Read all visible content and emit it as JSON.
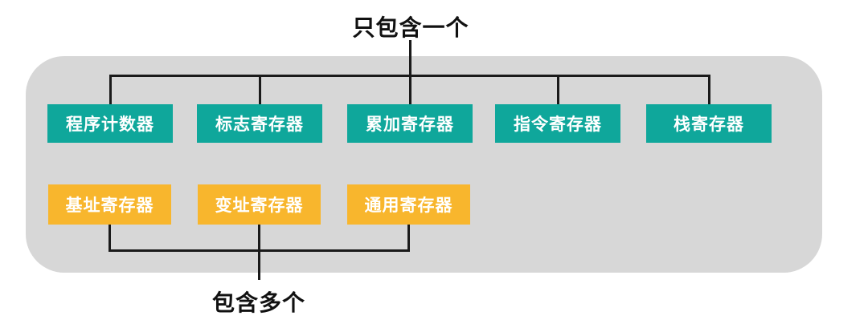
{
  "diagram": {
    "top_annotation": "只包含一个",
    "bottom_annotation": "包含多个",
    "single_registers": [
      "程序计数器",
      "标志寄存器",
      "累加寄存器",
      "指令寄存器",
      "栈寄存器"
    ],
    "multiple_registers": [
      "基址寄存器",
      "变址寄存器",
      "通用寄存器"
    ],
    "colors": {
      "single_box": "#0FA79B",
      "multi_box": "#F8B62D",
      "container_bg": "#D7D7D7",
      "line": "#1A1A1A",
      "box_text": "#FFFFFF",
      "label_text": "#111111"
    }
  }
}
